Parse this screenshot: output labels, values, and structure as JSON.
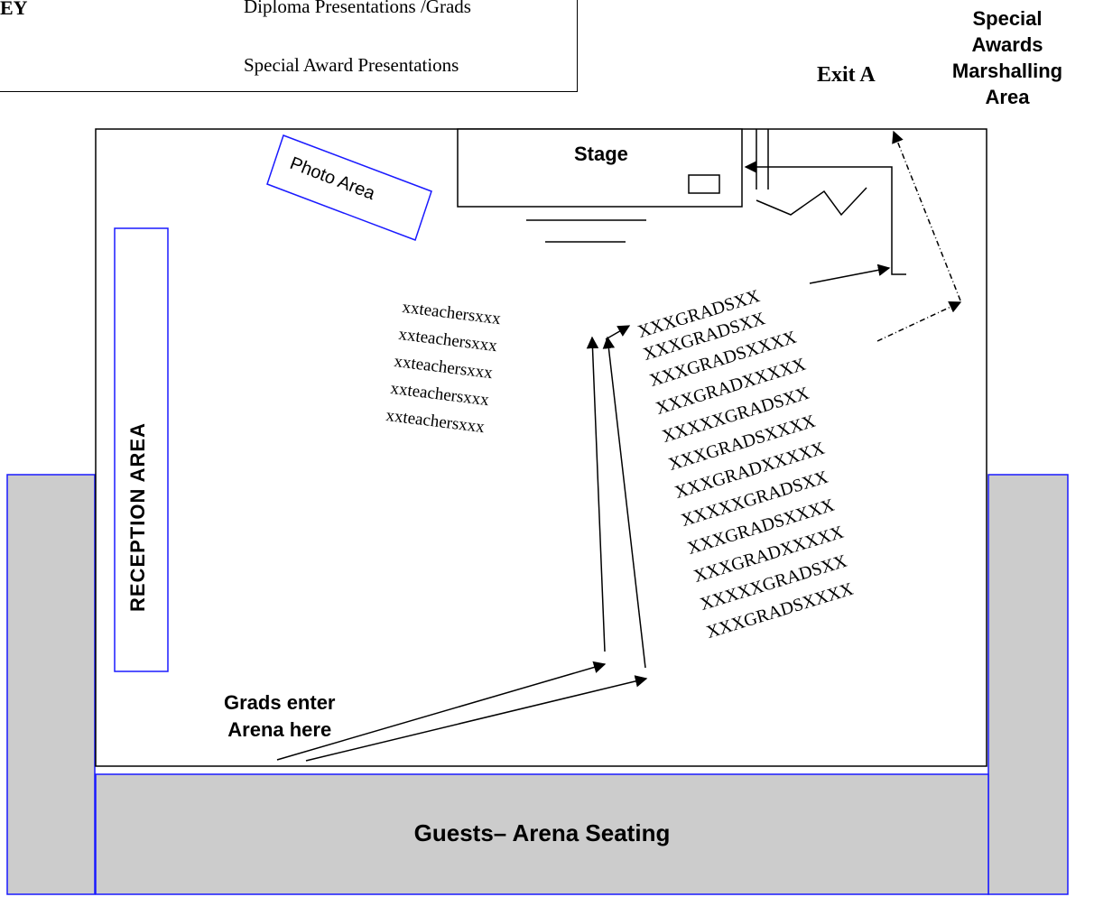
{
  "key": {
    "label": "EY",
    "diploma": "Diploma Presentations /Grads",
    "special": "Special Award Presentations"
  },
  "labels": {
    "exit_a": "Exit A",
    "special_awards": [
      "Special",
      "Awards",
      "Marshalling",
      "Area"
    ],
    "stage": "Stage",
    "photo_area": "Photo Area",
    "reception": "RECEPTION  AREA",
    "grads_enter": [
      "Grads enter",
      "Arena here"
    ],
    "guests": "Guests– Arena Seating"
  },
  "teachers": [
    "xxteachersxxx",
    "xxteachersxxx",
    "xxteachersxxx",
    "xxteachersxxx",
    "xxteachersxxx"
  ],
  "grads": [
    "XXXGRADSXX",
    "XXXGRADSXX",
    "XXXGRADSXXXX",
    "XXXGRADXXXXX",
    "XXXXXGRADSXX",
    "XXXGRADSXXXX",
    "XXXGRADXXXXX",
    "XXXXXGRADSXX",
    "XXXGRADSXXXX",
    "XXXGRADXXXXX",
    "XXXXXGRADSXX",
    "XXXGRADSXXXX"
  ],
  "colors": {
    "seating": "#cccccc",
    "blue": "#1a1aff",
    "line": "#000000"
  }
}
